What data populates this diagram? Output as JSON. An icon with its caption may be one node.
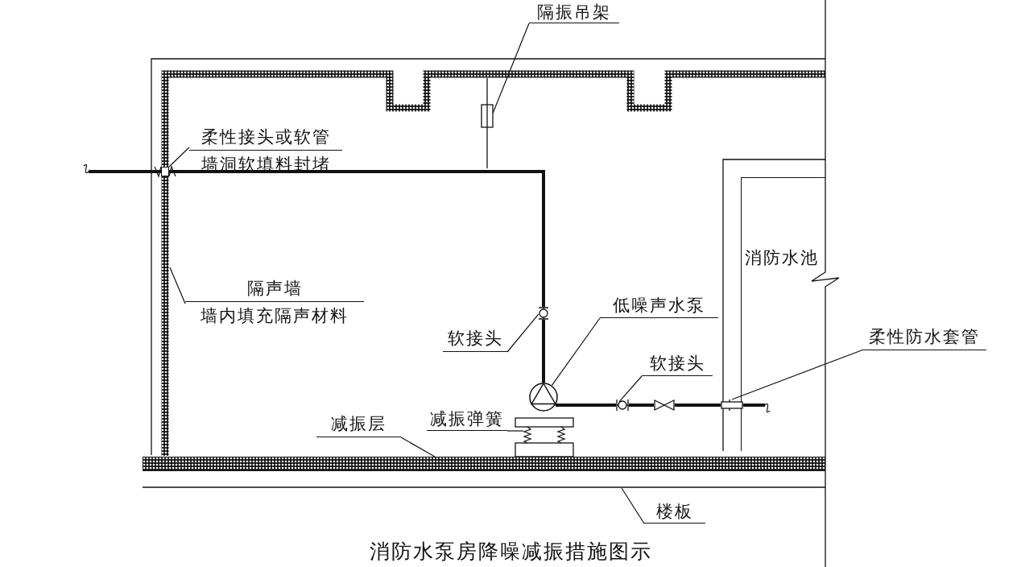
{
  "diagram": {
    "caption": "消防水泵房降噪减振措施图示",
    "nodes": [
      {
        "text": [
          "隔振吊架"
        ]
      },
      {
        "text": [
          "柔性接头或软管",
          "墙洞软填料封堵"
        ]
      },
      {
        "text": [
          "隔声墙",
          "墙内填充隔声材料"
        ]
      },
      {
        "text": [
          "软接头"
        ]
      },
      {
        "text": [
          "低噪声水泵"
        ]
      },
      {
        "text": [],
        "shape": "circle"
      },
      {
        "text": [
          "软接头"
        ]
      },
      {
        "text": [
          "减振弹簧"
        ]
      },
      {
        "text": [
          "减振层"
        ]
      },
      {
        "text": [
          "柔性防水套管"
        ]
      },
      {
        "text": [
          "消防水池"
        ]
      },
      {
        "text": [
          "楼板"
        ]
      },
      {
        "text": [],
        "shape": "box"
      },
      {
        "text": [],
        "shape": "box"
      },
      {
        "text": [],
        "shape": "circle"
      },
      {
        "text": [],
        "shape": "circle"
      },
      {
        "text": [],
        "shape": "picture"
      },
      {
        "text": [],
        "shape": "picture"
      },
      {
        "text": [],
        "shape": "bar"
      },
      {
        "text": [],
        "shape": "box"
      }
    ],
    "edges": [
      {
        "from": 0,
        "to": 12,
        "arrow": "none"
      },
      {
        "from": 1,
        "to": 13,
        "arrow": "none"
      },
      {
        "from": 2,
        "to": null,
        "arrow": "none"
      },
      {
        "from": 3,
        "to": 14,
        "arrow": "none"
      },
      {
        "from": 4,
        "to": 5,
        "arrow": "none"
      },
      {
        "from": 6,
        "to": 15,
        "arrow": "none"
      },
      {
        "from": 7,
        "to": 17,
        "arrow": "none"
      },
      {
        "from": 8,
        "to": 18,
        "arrow": "none"
      },
      {
        "from": 9,
        "to": 19,
        "arrow": "none"
      },
      {
        "from": 11,
        "to": null,
        "arrow": "none"
      },
      {
        "from": null,
        "to": 13,
        "arrow": "other",
        "style": "thick"
      },
      {
        "from": 13,
        "to": 14,
        "arrow": "other",
        "style": "thick"
      },
      {
        "from": 14,
        "to": 5,
        "arrow": "none",
        "style": "thick"
      },
      {
        "from": 5,
        "to": 15,
        "arrow": "none",
        "style": "thick"
      },
      {
        "from": 15,
        "to": 16,
        "arrow": "none",
        "style": "thick"
      },
      {
        "from": 16,
        "to": 19,
        "arrow": "none",
        "style": "thick"
      },
      {
        "from": 19,
        "to": 10,
        "arrow": "other",
        "style": "thick"
      }
    ]
  }
}
